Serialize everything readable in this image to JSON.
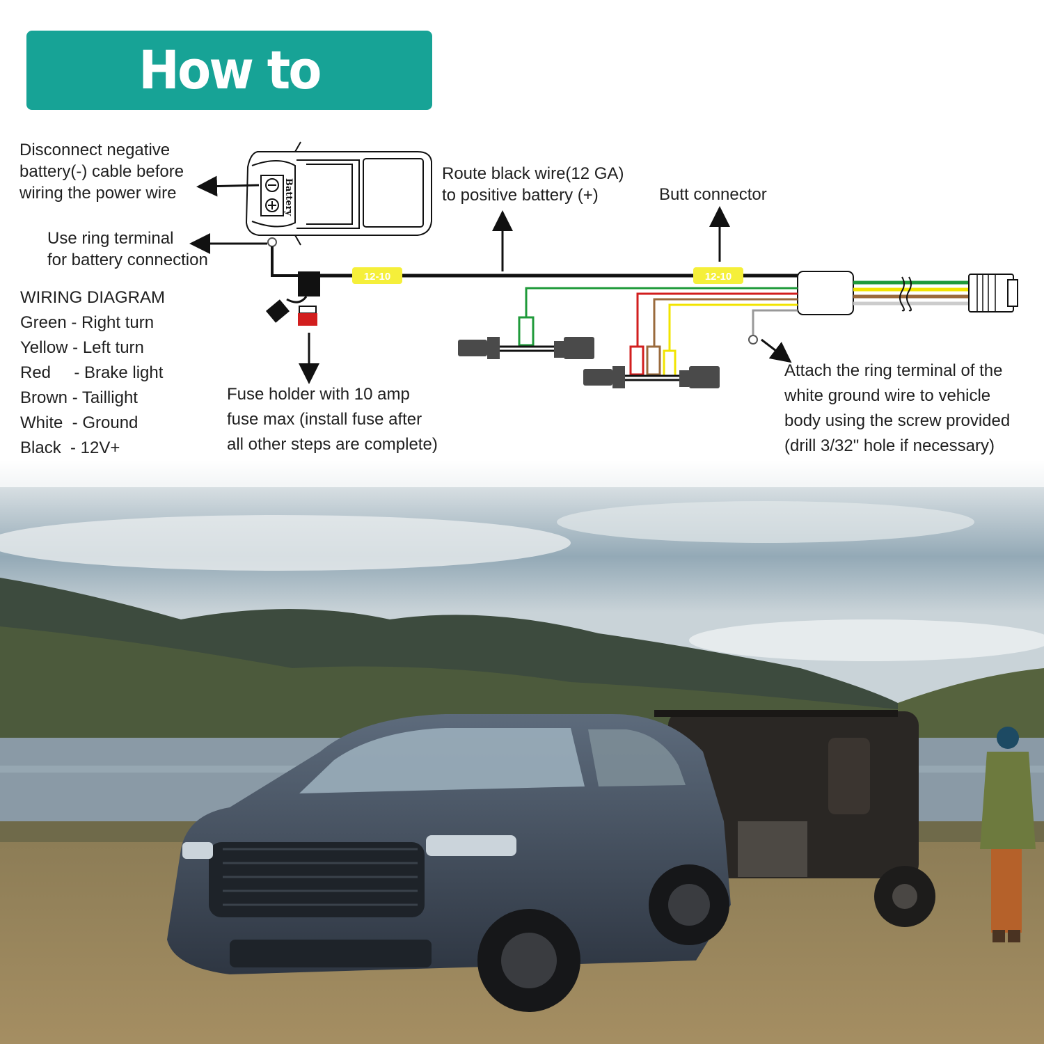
{
  "title": "How to Connect",
  "notes": {
    "battery_disconnect": [
      "Disconnect negative",
      "battery(-) cable before",
      "wiring the power wire"
    ],
    "ring_terminal": [
      "Use ring terminal",
      "for battery connection"
    ],
    "route_black": [
      "Route black wire(12 GA)",
      "to positive battery (+)"
    ],
    "butt_connector": "Butt connector",
    "fuse_holder": [
      "Fuse holder with 10 amp",
      "fuse max (install fuse after",
      "all other steps are complete)"
    ],
    "ground": [
      "Attach the ring terminal of the",
      "white ground wire to vehicle",
      "body using the screw provided",
      "(drill 3/32\" hole if necessary)"
    ]
  },
  "battery_label": "Battery",
  "connector_label_1": "12-10",
  "connector_label_2": "12-10",
  "legend": {
    "title": "WIRING DIAGRAM",
    "items": [
      "Green - Right turn",
      "Yellow - Left turn",
      "Red     - Brake light",
      "Brown - Taillight",
      "White  - Ground",
      "Black  - 12V+"
    ]
  },
  "colors": {
    "title_bg": "#17a396",
    "green": "#1f9a3a",
    "yellow": "#f2e400",
    "red": "#d21e1e",
    "brown": "#9a6a3c",
    "black": "#111111",
    "connector": "#f5ef3a"
  }
}
